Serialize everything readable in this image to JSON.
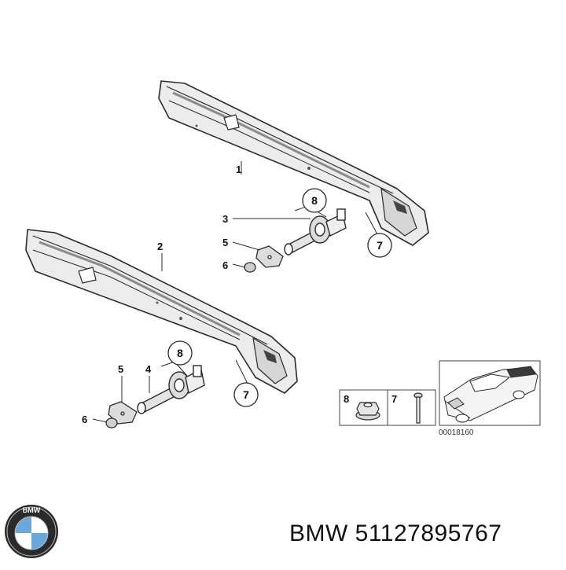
{
  "callouts": {
    "upper_carrier": "1",
    "lower_carrier": "2",
    "upper_absorber": "3",
    "lower_absorber": "4",
    "upper_gasket": "5",
    "lower_gasket": "5",
    "upper_nut": "6",
    "lower_nut": "6",
    "upper_clip": "7",
    "lower_clip": "7",
    "upper_bracket": "8",
    "lower_bracket": "8"
  },
  "parts_box": {
    "label_8": "8",
    "label_7": "7"
  },
  "diagram_code": "00018160",
  "footer": {
    "caption": "BMW 51127895767"
  },
  "colors": {
    "line": "#2b2b2b",
    "part_fill": "#ececec",
    "shade": "#bdbdbd"
  }
}
